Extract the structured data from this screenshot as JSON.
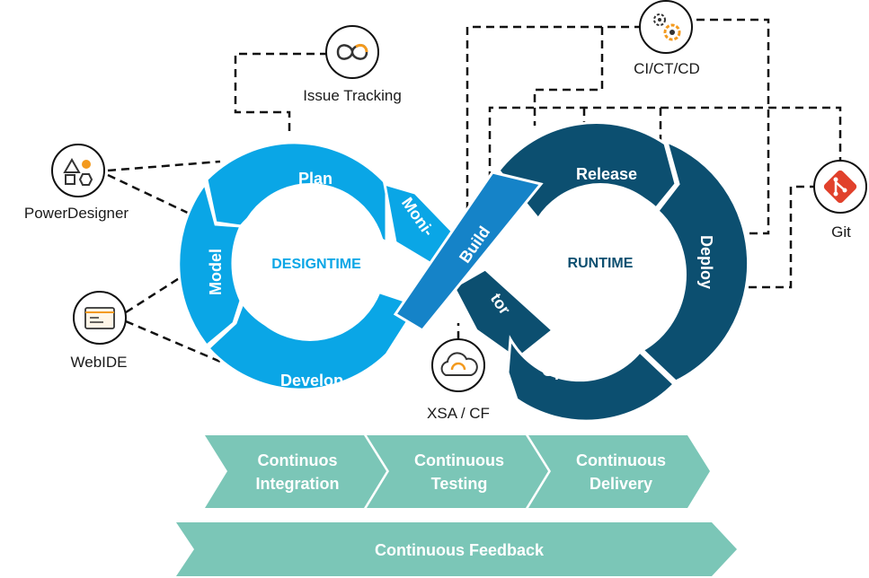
{
  "colors": {
    "design_blue": "#0aa6e6",
    "run_navy": "#0c4f70",
    "build_blue": "#1583c8",
    "chevron_teal": "#7bc6b7",
    "connector": "#111111",
    "accent_orange": "#f39a1e",
    "git_red": "#e1412c"
  },
  "loop": {
    "designtime": "DESIGNTIME",
    "runtime": "RUNTIME",
    "plan": "Plan",
    "model": "Model",
    "develop": "Develop",
    "monitor_top": "Moni-",
    "monitor_bottom": "tor",
    "build": "Build",
    "release": "Release",
    "deploy": "Deploy",
    "operate": "Operate"
  },
  "tools": {
    "issue_tracking": {
      "label": "Issue Tracking",
      "icon": "infinity-icon"
    },
    "power_designer": {
      "label": "PowerDesigner",
      "icon": "shapes-icon"
    },
    "webide": {
      "label": "WebIDE",
      "icon": "code-window-icon"
    },
    "xsa_cf": {
      "label": "XSA / CF",
      "icon": "cloud-icon"
    },
    "cicd": {
      "label": "CI/CT/CD",
      "icon": "gears-icon"
    },
    "git": {
      "label": "Git",
      "icon": "git-icon"
    }
  },
  "pipeline": {
    "integration_line1": "Continuos",
    "integration_line2": "Integration",
    "testing_line1": "Continuous",
    "testing_line2": "Testing",
    "delivery_line1": "Continuous",
    "delivery_line2": "Delivery",
    "feedback": "Continuous Feedback"
  }
}
